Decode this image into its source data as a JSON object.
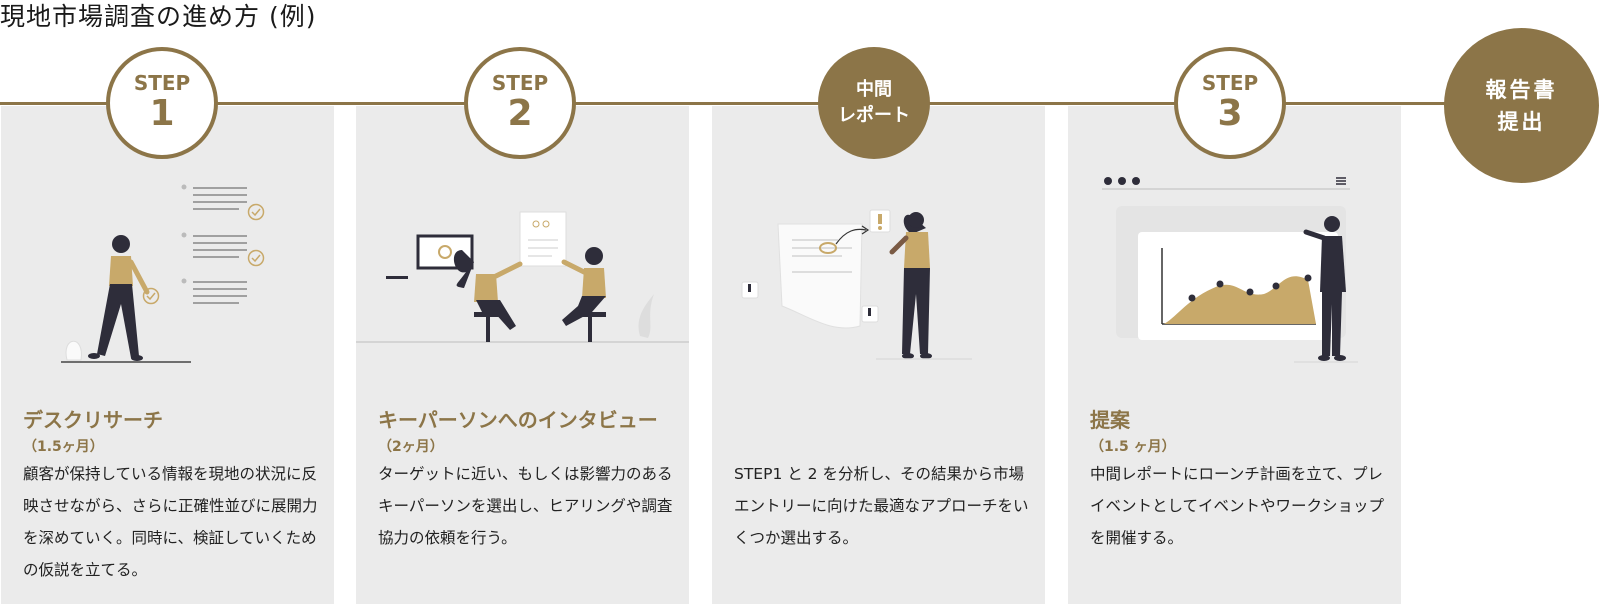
{
  "page": {
    "title": "現地市場調査の進め方 (例)"
  },
  "colors": {
    "accent": "#8c7548",
    "panel": "#ebebeb",
    "illustration_gold": "#c8a96a",
    "illustration_dark": "#2e2d3a"
  },
  "timeline": [
    {
      "top": "STEP",
      "bottom": "1",
      "style": "outline"
    },
    {
      "top": "STEP",
      "bottom": "2",
      "style": "outline"
    },
    {
      "top": "中間",
      "bottom": "レポート",
      "style": "filled"
    },
    {
      "top": "STEP",
      "bottom": "3",
      "style": "outline"
    },
    {
      "top": "報告書",
      "bottom": "提出",
      "style": "filled"
    }
  ],
  "steps": [
    {
      "title": "デスクリサーチ",
      "duration": "（1.5ヶ月）",
      "description": "顧客が保持している情報を現地の状況に反映させながら、さらに正確性並びに展開力を深めていく。同時に、検証していくための仮説を立てる。",
      "illustration": "checklist-person-illustration"
    },
    {
      "title": "キーパーソンへのインタビュー",
      "duration": "（2ヶ月）",
      "description": "ターゲットに近い、もしくは影響力のあるキーパーソンを選出し、ヒアリングや調査協力の依頼を行う。",
      "illustration": "interview-illustration"
    },
    {
      "title": "",
      "duration": "",
      "description": "STEP1 と 2 を分析し、その結果から市場エントリーに向けた最適なアプローチをいくつか選出する。",
      "illustration": "analysis-report-illustration"
    },
    {
      "title": "提案",
      "duration": "（1.5 ヶ月）",
      "description": "中間レポートにローンチ計画を立て、プレイベントとしてイベントやワークショップを開催する。",
      "illustration": "presentation-chart-illustration"
    }
  ]
}
